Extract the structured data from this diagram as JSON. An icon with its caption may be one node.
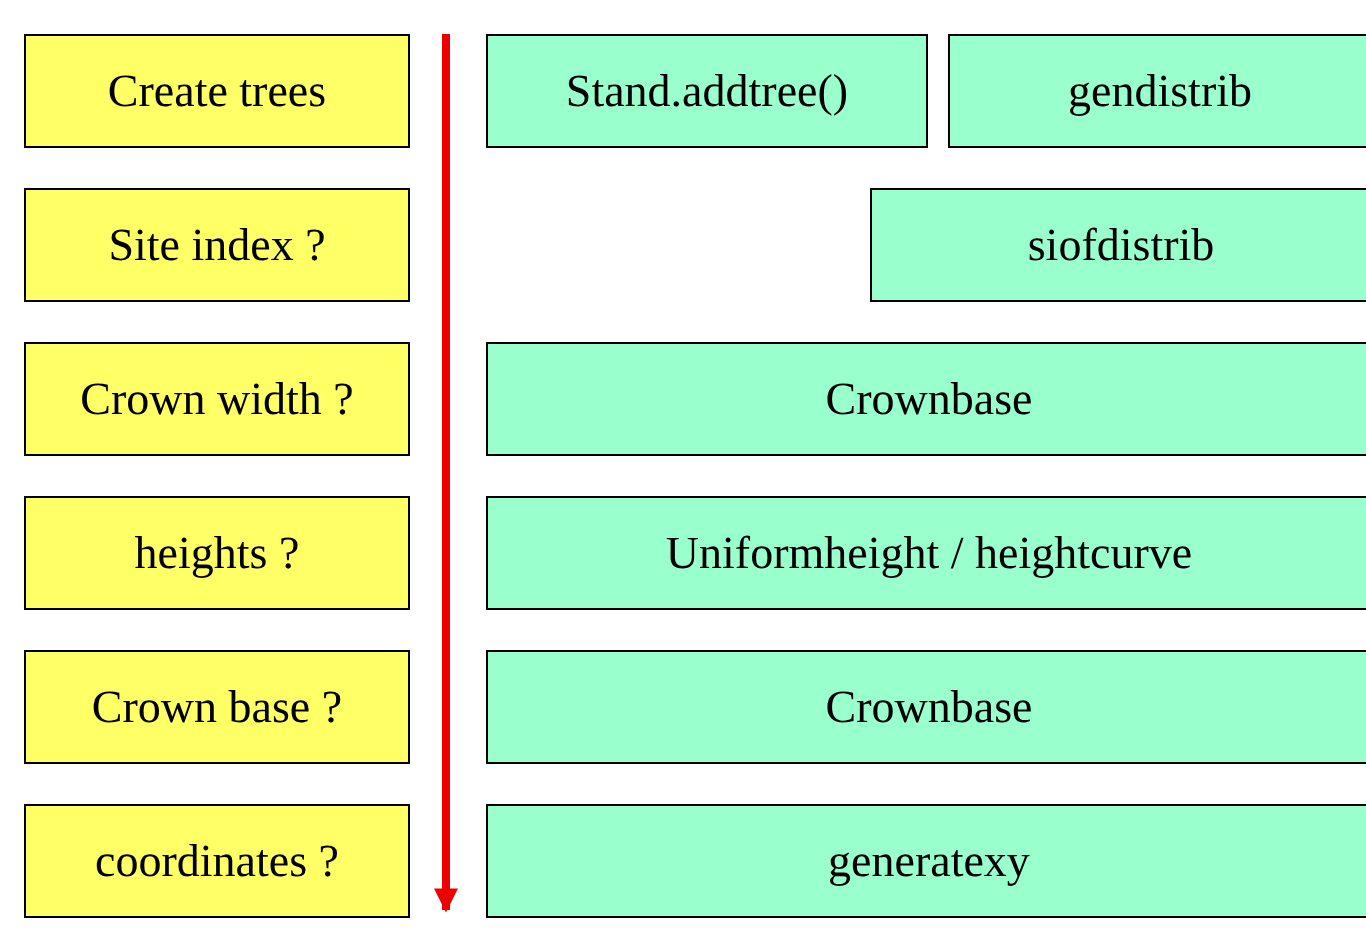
{
  "diagram": {
    "nodes": [
      {
        "text": [
          "Create trees"
        ]
      },
      {
        "text": [
          "Stand.addtree()"
        ]
      },
      {
        "text": [
          "gendistrib"
        ]
      },
      {
        "text": [
          "Site index ?"
        ]
      },
      {
        "text": [
          "siofdistrib"
        ]
      },
      {
        "text": [
          "Crown width ?"
        ]
      },
      {
        "text": [
          "Crownbase"
        ]
      },
      {
        "text": [
          "heights ?"
        ]
      },
      {
        "text": [
          "Uniformheight / heightcurve"
        ]
      },
      {
        "text": [
          "Crown base ?"
        ]
      },
      {
        "text": [
          "Crownbase"
        ]
      },
      {
        "text": [
          "coordinates ?"
        ]
      },
      {
        "text": [
          "generatexy"
        ]
      }
    ]
  }
}
